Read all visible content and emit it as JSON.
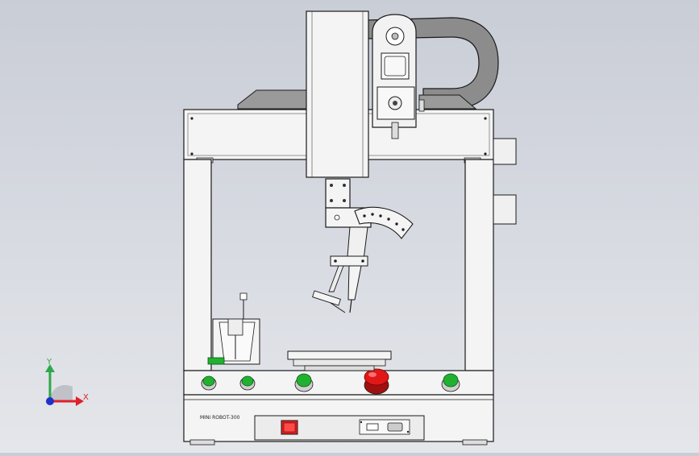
{
  "model_label": "MINI ROBOT-300",
  "triad": {
    "x_label": "X",
    "y_label": "Y",
    "x_color": "#e0202a",
    "y_color": "#2ea84a",
    "z_color": "#2030c8"
  },
  "colors": {
    "background": "#cfd3da",
    "frame_fill": "#f4f4f4",
    "outline": "#1a1a1a",
    "cable_carrier": "#8c8c8c",
    "button_green": "#22b030",
    "estop_red": "#e01818",
    "power_switch_red": "#e02020"
  },
  "control_panel": {
    "buttons": [
      {
        "name": "green-button-1",
        "color": "green"
      },
      {
        "name": "green-button-2",
        "color": "green"
      },
      {
        "name": "start-button",
        "color": "green"
      },
      {
        "name": "emergency-stop-button",
        "color": "red"
      },
      {
        "name": "reset-button",
        "color": "green"
      }
    ]
  }
}
